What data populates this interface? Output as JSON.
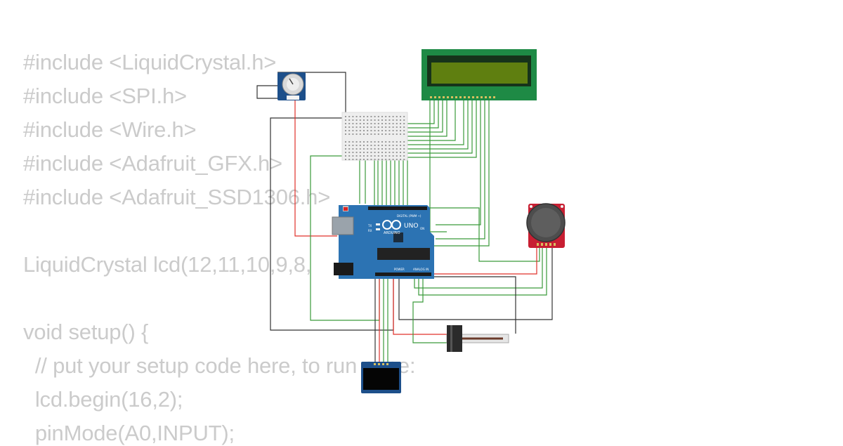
{
  "code_lines": [
    "#include <LiquidCrystal.h>",
    "#include <SPI.h>",
    "#include <Wire.h>",
    "#include <Adafruit_GFX.h>",
    "#include <Adafruit_SSD1306.h>",
    "",
    "LiquidCrystal lcd(12,11,10,9,8,",
    "",
    "void setup() {",
    "  // put your setup code here, to run once:",
    "  lcd.begin(16,2);",
    "  pinMode(A0,INPUT);"
  ],
  "components": {
    "arduino": {
      "brand": "ARDUINO",
      "model": "UNO",
      "digital_label": "DIGITAL (PWM ~)",
      "analog_label": "ANALOG IN",
      "power_label": "POWER",
      "on_label": "ON",
      "tx_label": "TX",
      "rx_label": "RX"
    },
    "lcd": {
      "type": "LCD 16x2",
      "backlight_color": "#5f7f10"
    },
    "oled": {
      "type": "SSD1306 OLED"
    },
    "joystick": {
      "type": "analog joystick"
    },
    "rotary_pot": {
      "type": "rotary potentiometer"
    },
    "slide_pot": {
      "type": "slide potentiometer"
    },
    "breadboard": {
      "type": "mini breadboard"
    }
  },
  "colors": {
    "code_text": "#cbcbcb",
    "wire_green": "#3a9a3a",
    "wire_red": "#e0302a",
    "wire_black": "#333333",
    "arduino_blue": "#2c73b3",
    "lcd_pcb": "#1e8a45",
    "joystick_pcb": "#c81e32",
    "oled_pcb": "#1d4f8a"
  }
}
